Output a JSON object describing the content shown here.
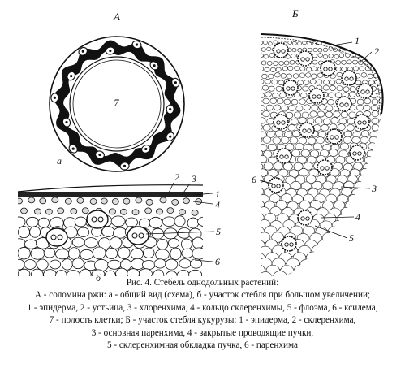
{
  "panel_a": {
    "title": "А",
    "scheme_letter": "а",
    "center_number": "7",
    "section_letter": "б",
    "callouts": [
      "1",
      "2",
      "3",
      "4",
      "5",
      "6"
    ]
  },
  "panel_b": {
    "title": "Б",
    "callouts": [
      "1",
      "2",
      "3",
      "4",
      "5",
      "6"
    ]
  },
  "caption": {
    "line1": "Рис. 4. Стебель однодольных растений:",
    "line2": "А - соломина ржи: а - общий вид (схема), б - участок стебля при большом увеличении;",
    "line3": "1 - эпидерма, 2 - устьица, 3 - хлоренхима, 4 - кольцо склеренхимы, 5 - флоэма, 6 - ксилема,",
    "line4": "7 - полость клетки; Б - участок стебля кукурузы: 1 - эпидерма, 2 - склеренхима,",
    "line5": "3 - основная паренхима, 4 - закрытые проводящие пучки,",
    "line6": "5 - склеренхимная обкладка пучка, 6 - паренхима"
  }
}
